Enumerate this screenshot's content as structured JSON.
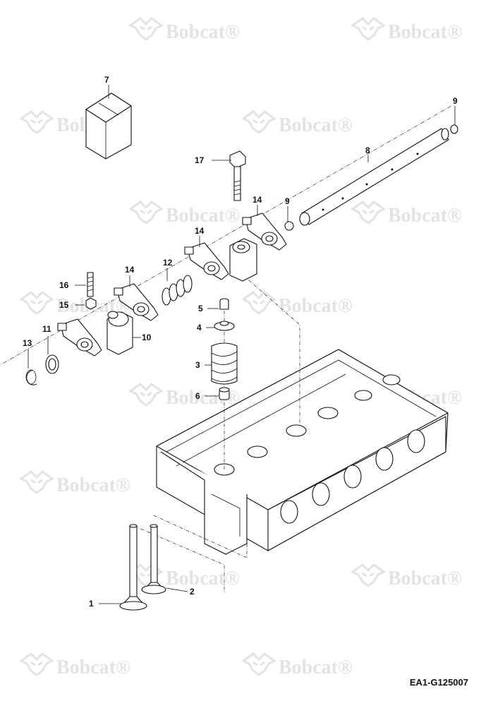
{
  "watermark": {
    "text": "Bobcat",
    "mark": "®",
    "icon": "bobcat-logo-icon",
    "color": "#e3e3e3"
  },
  "callouts": {
    "c1": "1",
    "c2": "2",
    "c3": "3",
    "c4": "4",
    "c5": "5",
    "c6": "6",
    "c7": "7",
    "c8": "8",
    "c9a": "9",
    "c9b": "9",
    "c10": "10",
    "c11": "11",
    "c12": "12",
    "c13": "13",
    "c14a": "14",
    "c14b": "14",
    "c14c": "14",
    "c15": "15",
    "c16": "16",
    "c17": "17"
  },
  "drawing_code": "EA1-G125007"
}
